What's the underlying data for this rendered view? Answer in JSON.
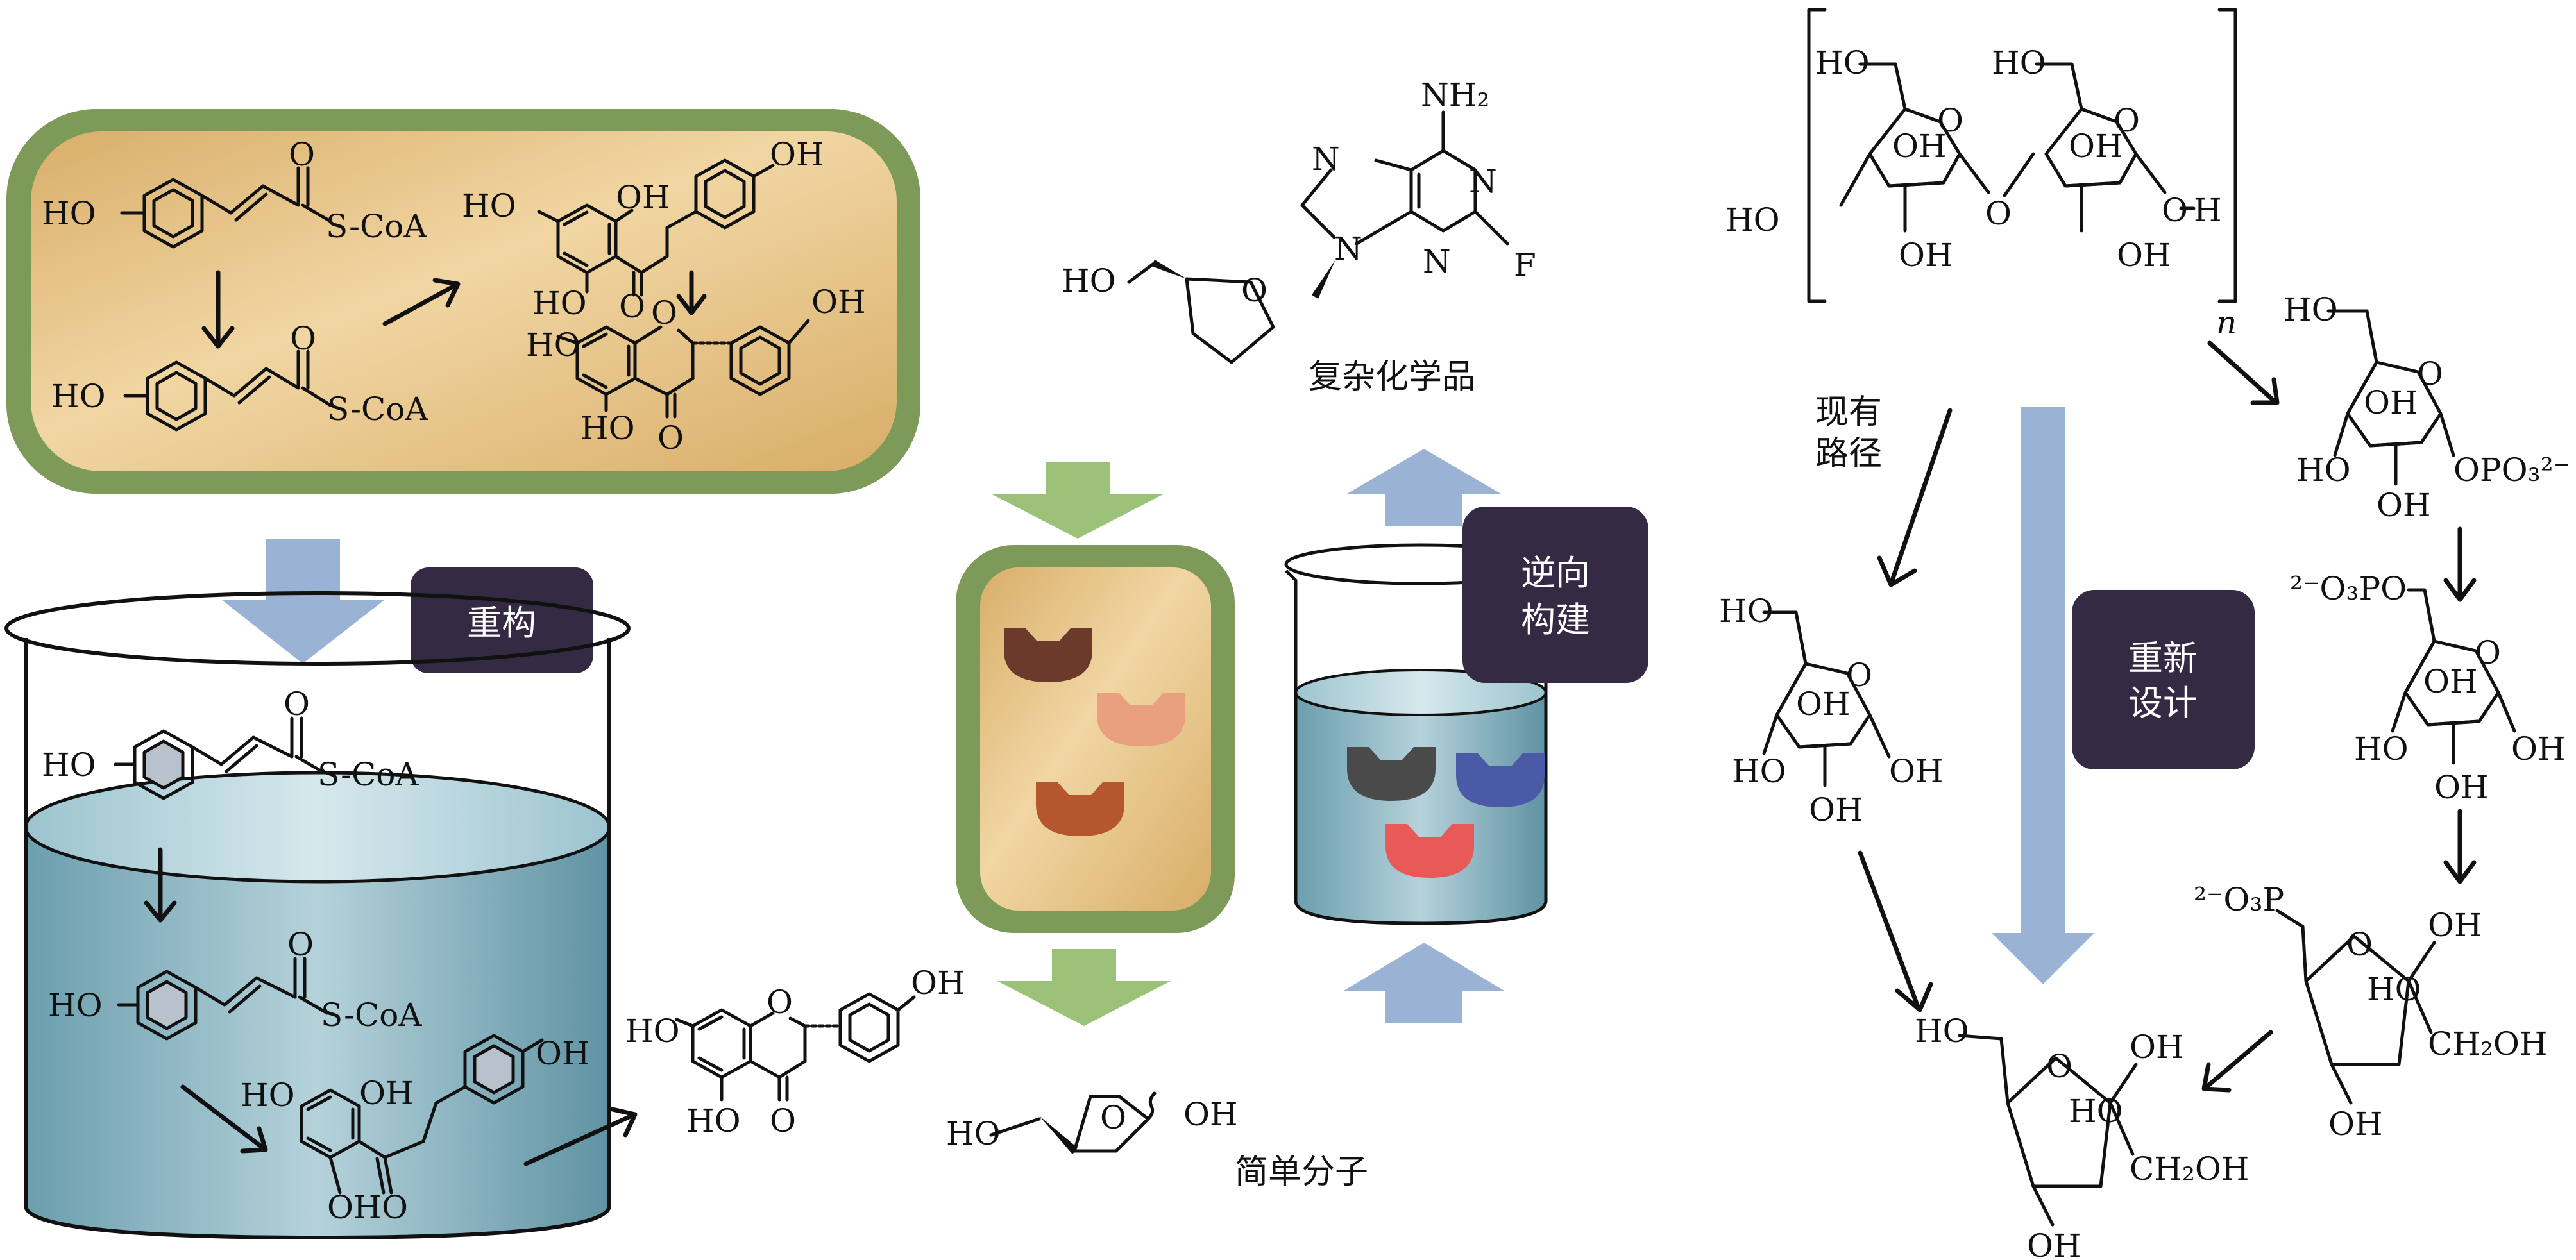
{
  "badges": {
    "restructure": "重构",
    "reverse_build": [
      "逆向",
      "构建"
    ],
    "redesign": [
      "重新",
      "设计"
    ]
  },
  "labels": {
    "complex_chemicals": "复杂化学品",
    "simple_molecules": "简单分子",
    "existing_pathway": [
      "现有",
      "路径"
    ]
  },
  "chem_text": {
    "ho": "HO",
    "oh": "OH",
    "o": "O",
    "scoa": "S-CoA",
    "n": "N",
    "f": "F",
    "nh2": "NH₂",
    "h": "H",
    "subscript_n": "n",
    "opo3": "OPO₃²⁻",
    "o3po": "²⁻O₃PO",
    "o3p": "²⁻O₃P",
    "ch2oh": "CH₂OH"
  },
  "colors": {
    "cell_outer": "#7d9a58",
    "cell_inner": "#e7c184",
    "water": "#8fb7c4",
    "badge_bg": "#342a44",
    "blue_arrow": "#9ab3d4",
    "green_arrow": "#9cc27a",
    "enzyme_brown": "#6b3a2a",
    "enzyme_salmon": "#e9a07e",
    "enzyme_rust": "#b5562f",
    "enzyme_dark": "#4a4a4a",
    "enzyme_blue": "#4a5aa6",
    "enzyme_red": "#e85a58"
  }
}
